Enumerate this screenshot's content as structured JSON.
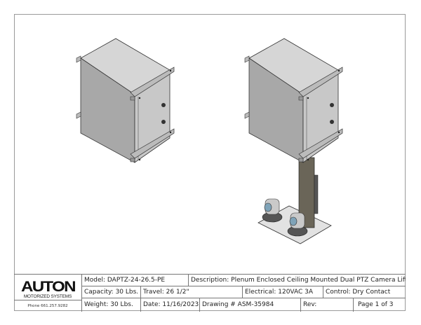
{
  "title_block": {
    "company": {
      "name": "AUTON",
      "tagline": "MOTORIZED SYSTEMS",
      "phone": "Phone 661.257.9282"
    },
    "model": "Model:  DAPTZ-24-26.5-PE",
    "description": "Description:  Plenum Enclosed Ceiling Mounted Dual PTZ Camera Lift",
    "capacity": "Capacity:  30 Lbs.",
    "travel": "Travel: 26 1/2\"",
    "electrical": "Electrical: 120VAC  3A",
    "control": "Control: Dry Contact",
    "weight": "Weight: 30 Lbs.",
    "date": "Date: 11/16/2023",
    "drawing": "Drawing # ASM-35984",
    "rev": "Rev:",
    "page": "Page 1  of  3"
  },
  "colors": {
    "enclosure_front": "#a8a8a8",
    "enclosure_side": "#c8c8c8",
    "enclosure_top": "#d6d6d6",
    "column": "#6a6558",
    "plate": "#e2e2e2"
  }
}
